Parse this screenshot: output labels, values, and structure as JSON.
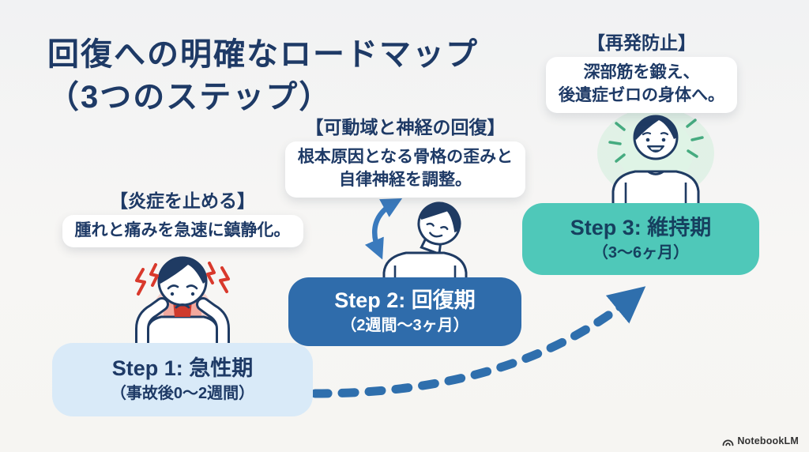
{
  "title": {
    "line1": "回復への明確なロードマップ",
    "line2": "（3つのステップ）",
    "color": "#1e3a66"
  },
  "steps": [
    {
      "label": "Step 1: 急性期",
      "sublabel": "（事故後0〜2週間）",
      "box_color": "#d9eaf8",
      "text_color": "#1e3a66",
      "annotation_heading": "【炎症を止める】",
      "annotation_lines": [
        "腫れと痛みを急速に鎮静化。"
      ],
      "illustration": "person-neck-pain"
    },
    {
      "label": "Step 2: 回復期",
      "sublabel": "（2週間〜3ヶ月）",
      "box_color": "#2f6cab",
      "text_color": "#ffffff",
      "annotation_heading": "【可動域と神経の回復】",
      "annotation_lines": [
        "根本原因となる骨格の歪みと",
        "自律神経を調整。"
      ],
      "illustration": "person-neck-stretch"
    },
    {
      "label": "Step 3: 維持期",
      "sublabel": "（3〜6ヶ月）",
      "box_color": "#4fc8b9",
      "text_color": "#16405f",
      "annotation_heading": "【再発防止】",
      "annotation_lines": [
        "深部筋を鍛え、",
        "後遺症ゼロの身体へ。"
      ],
      "illustration": "person-recovered"
    }
  ],
  "arrow": {
    "style": "dashed-curve-up-right",
    "color": "#2f6fad"
  },
  "accents": {
    "pain_red": "#d9392c",
    "recovery_green": "#46ab80",
    "outline_navy": "#1f3b63",
    "mobility_arrow_blue": "#3a7abd"
  },
  "watermark": {
    "label": "NotebookLM",
    "icon": "notebooklm-logo"
  }
}
